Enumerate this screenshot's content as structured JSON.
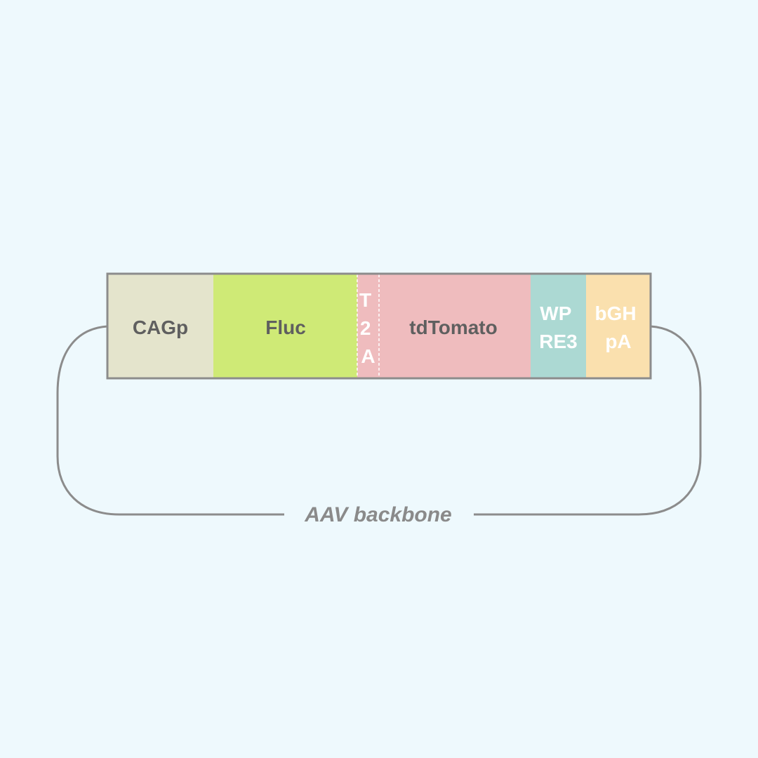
{
  "diagram": {
    "backbone_label": "AAV backbone",
    "segments": [
      {
        "id": "cagp",
        "lines": [
          "CAGp"
        ],
        "fill": "#e4e4cc",
        "text_color": "#5f5f5f"
      },
      {
        "id": "fluc",
        "lines": [
          "Fluc"
        ],
        "fill": "#cfea76",
        "text_color": "#5f5f5f"
      },
      {
        "id": "t2a",
        "lines": [
          "T",
          "2",
          "A"
        ],
        "fill": "#efbcbe",
        "text_color": "#ffffff"
      },
      {
        "id": "tdtomato",
        "lines": [
          "tdTomato"
        ],
        "fill": "#efbcbe",
        "text_color": "#5f5f5f"
      },
      {
        "id": "wpre3",
        "lines": [
          "WP",
          "RE3"
        ],
        "fill": "#acd9d3",
        "text_color": "#ffffff"
      },
      {
        "id": "bghpa",
        "lines": [
          "bGH",
          "pA"
        ],
        "fill": "#fae0ae",
        "text_color": "#ffffff"
      }
    ],
    "colors": {
      "background": "#eef9fd",
      "outline": "#8c8c8c"
    }
  }
}
